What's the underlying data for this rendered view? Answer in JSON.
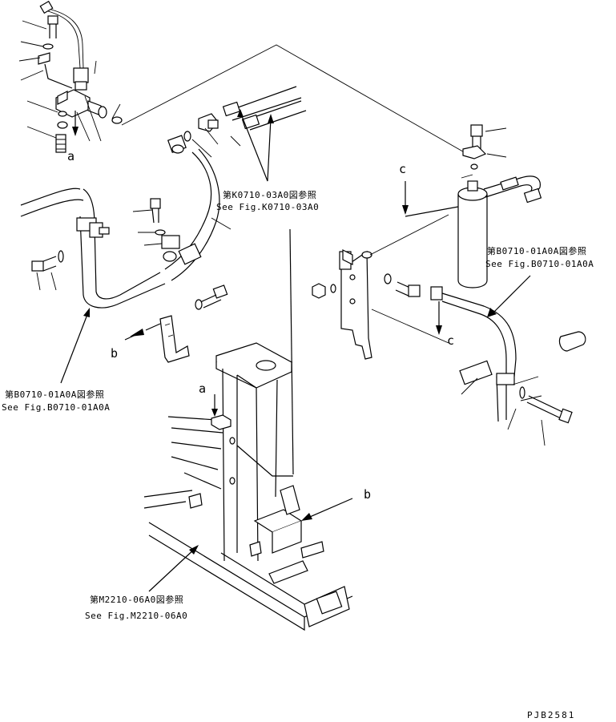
{
  "callouts": {
    "ref_k0710_jp": "第K0710-03A0図参照",
    "ref_k0710_en": "See Fig.K0710-03A0",
    "ref_b0710_right_jp": "第B0710-01A0A図参照",
    "ref_b0710_right_en": "See Fig.B0710-01A0A",
    "ref_b0710_left_jp": "第B0710-01A0A図参照",
    "ref_b0710_left_en": "See Fig.B0710-01A0A",
    "ref_m2210_jp": "第M2210-06A0図参照",
    "ref_m2210_en": "See Fig.M2210-06A0"
  },
  "letters": {
    "a_top": "a",
    "a_frame": "a",
    "b_bracket": "b",
    "b_frame": "b",
    "c_drier": "c",
    "c_hose": "c"
  },
  "drawing_code": "PJB2581"
}
